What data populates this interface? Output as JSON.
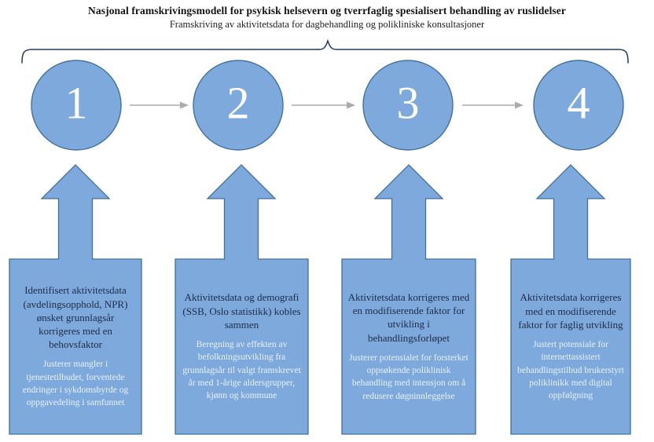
{
  "header": {
    "title": "Nasjonal framskrivingsmodell for psykisk helsevern og tverrfaglig spesialisert behandling av ruslidelser",
    "subtitle": "Framskriving av aktivitetsdata for dagbehandling og polikliniske konsultasjoner"
  },
  "steps": [
    {
      "number": "1",
      "heading": "Identifisert aktivitetsdata (avdelingsopphold, NPR) ønsket grunnlagsår korrigeres med en behovsfaktor",
      "detail": "Justerer mangler i tjenestetilbudet, forventede endringer i sykdomsbyrde og oppgavedeling i samfunnet"
    },
    {
      "number": "2",
      "heading": "Aktivitetsdata og demografi (SSB, Oslo statistikk) kobles sammen",
      "detail": "Beregning av effekten av befolkningsutvikling fra grunnlagsår til valgt framskrevet år med 1-årige aldersgrupper, kjønn og kommune"
    },
    {
      "number": "3",
      "heading": "Aktivitetsdata korrigeres med en modifiserende faktor for utvikling i behandlingsforløpet",
      "detail": "Justerer potensialet for forsterket oppsøkende poliklinisk behandling med intensjon om å redusere døgninnleggelse"
    },
    {
      "number": "4",
      "heading": "Aktivitetsdata korrigeres med en modifiserende faktor for faglig utvikling",
      "detail": "Justert potensiale for internettassistert behandlingstilbud brukerstyrt poliklinikk med digital oppfølgning"
    }
  ],
  "colors": {
    "shape_fill": "#7EA9DC",
    "shape_border": "#41719C",
    "brace_color": "#24385B",
    "connector_gray": "#ABABAB",
    "heading_text": "#1F2B45",
    "detail_text": "#EAF1F9"
  }
}
